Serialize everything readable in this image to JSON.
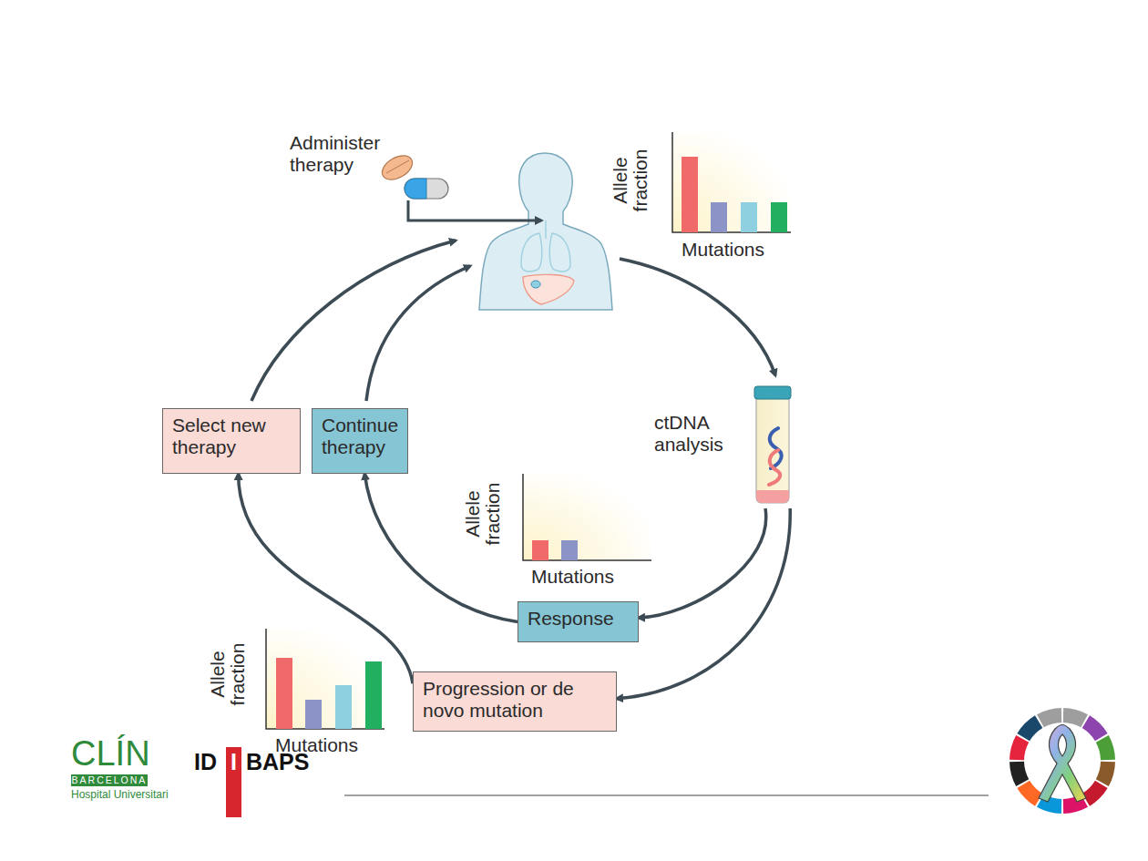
{
  "diagram": {
    "nodes": [
      {
        "text": [
          "ctDNA analysis"
        ]
      },
      {
        "text": [
          "Response"
        ]
      },
      {
        "text": [
          "Progression or de novo mutation"
        ]
      },
      {
        "text": [
          "Continue therapy"
        ]
      },
      {
        "text": [
          "Select new therapy"
        ]
      }
    ],
    "edges": [
      {
        "from": 0,
        "to": 1,
        "arrow": "to"
      },
      {
        "from": 0,
        "to": 2,
        "arrow": "to"
      },
      {
        "from": 1,
        "to": 3,
        "arrow": "to"
      },
      {
        "from": 2,
        "to": 4,
        "arrow": "to"
      }
    ],
    "labels": [
      "Administer therapy",
      "Allele fraction",
      "Mutations",
      "Allele fraction",
      "Mutations",
      "Allele fraction",
      "Mutations",
      "CLÍN",
      "BARCELONA",
      "Hospital Universitari",
      "ID",
      "I",
      "BAPS"
    ]
  }
}
